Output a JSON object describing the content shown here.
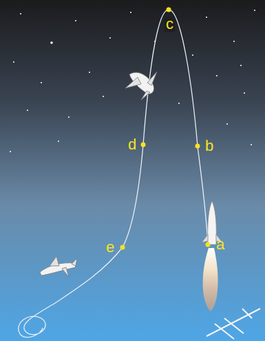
{
  "diagram": {
    "labels": [
      "c",
      "d",
      "b",
      "e",
      "a"
    ]
  }
}
